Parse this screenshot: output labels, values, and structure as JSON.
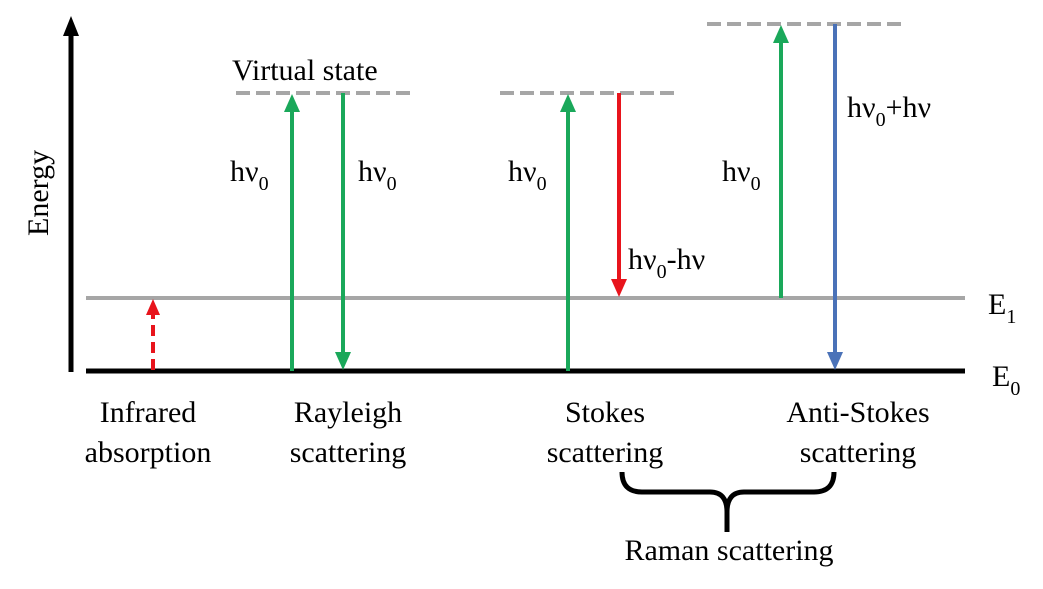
{
  "axis": {
    "label": "Energy"
  },
  "levels": {
    "e0": {
      "name": "E",
      "sub": "0"
    },
    "e1": {
      "name": "E",
      "sub": "1"
    },
    "virtual_state": "Virtual state"
  },
  "transitions": {
    "rayleigh_up": {
      "base": "hν",
      "sub": "0",
      "tail": ""
    },
    "rayleigh_down": {
      "base": "hν",
      "sub": "0",
      "tail": ""
    },
    "stokes_up": {
      "base": "hν",
      "sub": "0",
      "tail": ""
    },
    "stokes_down": {
      "base": "hν",
      "sub": "0",
      "tail": "-hν"
    },
    "antistokes_up": {
      "base": "hν",
      "sub": "0",
      "tail": ""
    },
    "antistokes_down": {
      "base": "hν",
      "sub": "0",
      "tail": "+hν"
    }
  },
  "processes": [
    {
      "line1": "Infrared",
      "line2": "absorption"
    },
    {
      "line1": "Rayleigh",
      "line2": "scattering"
    },
    {
      "line1": "Stokes",
      "line2": "scattering"
    },
    {
      "line1": "Anti-Stokes",
      "line2": "scattering"
    }
  ],
  "group_label": "Raman scattering",
  "colors": {
    "green": "#1aa85a",
    "red": "#e8141c",
    "blue": "#4a72b8",
    "gray": "#a6a6a6",
    "black": "#000000"
  }
}
